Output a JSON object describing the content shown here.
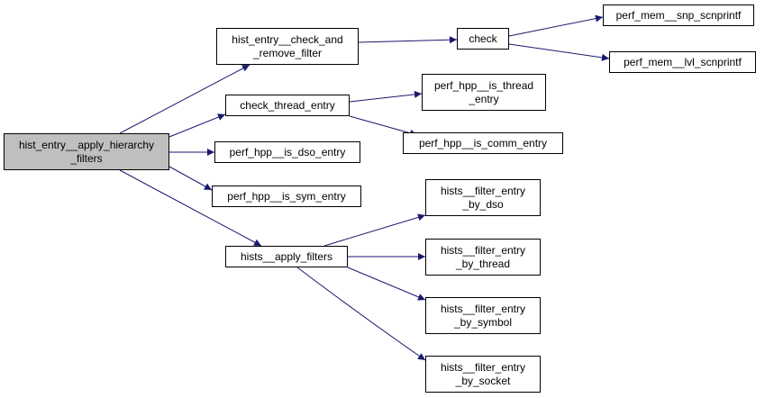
{
  "colors": {
    "edge": "#191970",
    "root_fill": "#bfbfbf",
    "node_fill": "#ffffff",
    "node_border": "#000000"
  },
  "nodes": {
    "root": [
      "hist_entry__apply_hierarchy",
      "_filters"
    ],
    "check_and_remove": [
      "hist_entry__check_and",
      "_remove_filter"
    ],
    "check": [
      "check"
    ],
    "snp": [
      "perf_mem__snp_scnprintf"
    ],
    "lvl": [
      "perf_mem__lvl_scnprintf"
    ],
    "check_thread": [
      "check_thread_entry"
    ],
    "is_thread": [
      "perf_hpp__is_thread",
      "_entry"
    ],
    "is_comm": [
      "perf_hpp__is_comm_entry"
    ],
    "is_dso": [
      "perf_hpp__is_dso_entry"
    ],
    "is_sym": [
      "perf_hpp__is_sym_entry"
    ],
    "apply_filters": [
      "hists__apply_filters"
    ],
    "by_dso": [
      "hists__filter_entry",
      "_by_dso"
    ],
    "by_thread": [
      "hists__filter_entry",
      "_by_thread"
    ],
    "by_symbol": [
      "hists__filter_entry",
      "_by_symbol"
    ],
    "by_socket": [
      "hists__filter_entry",
      "_by_socket"
    ]
  },
  "edges": [
    [
      "root",
      "check_and_remove"
    ],
    [
      "root",
      "check_thread"
    ],
    [
      "root",
      "is_dso"
    ],
    [
      "root",
      "is_sym"
    ],
    [
      "root",
      "apply_filters"
    ],
    [
      "check_and_remove",
      "check"
    ],
    [
      "check",
      "snp"
    ],
    [
      "check",
      "lvl"
    ],
    [
      "check_thread",
      "is_thread"
    ],
    [
      "check_thread",
      "is_comm"
    ],
    [
      "apply_filters",
      "by_dso"
    ],
    [
      "apply_filters",
      "by_thread"
    ],
    [
      "apply_filters",
      "by_symbol"
    ],
    [
      "apply_filters",
      "by_socket"
    ]
  ]
}
